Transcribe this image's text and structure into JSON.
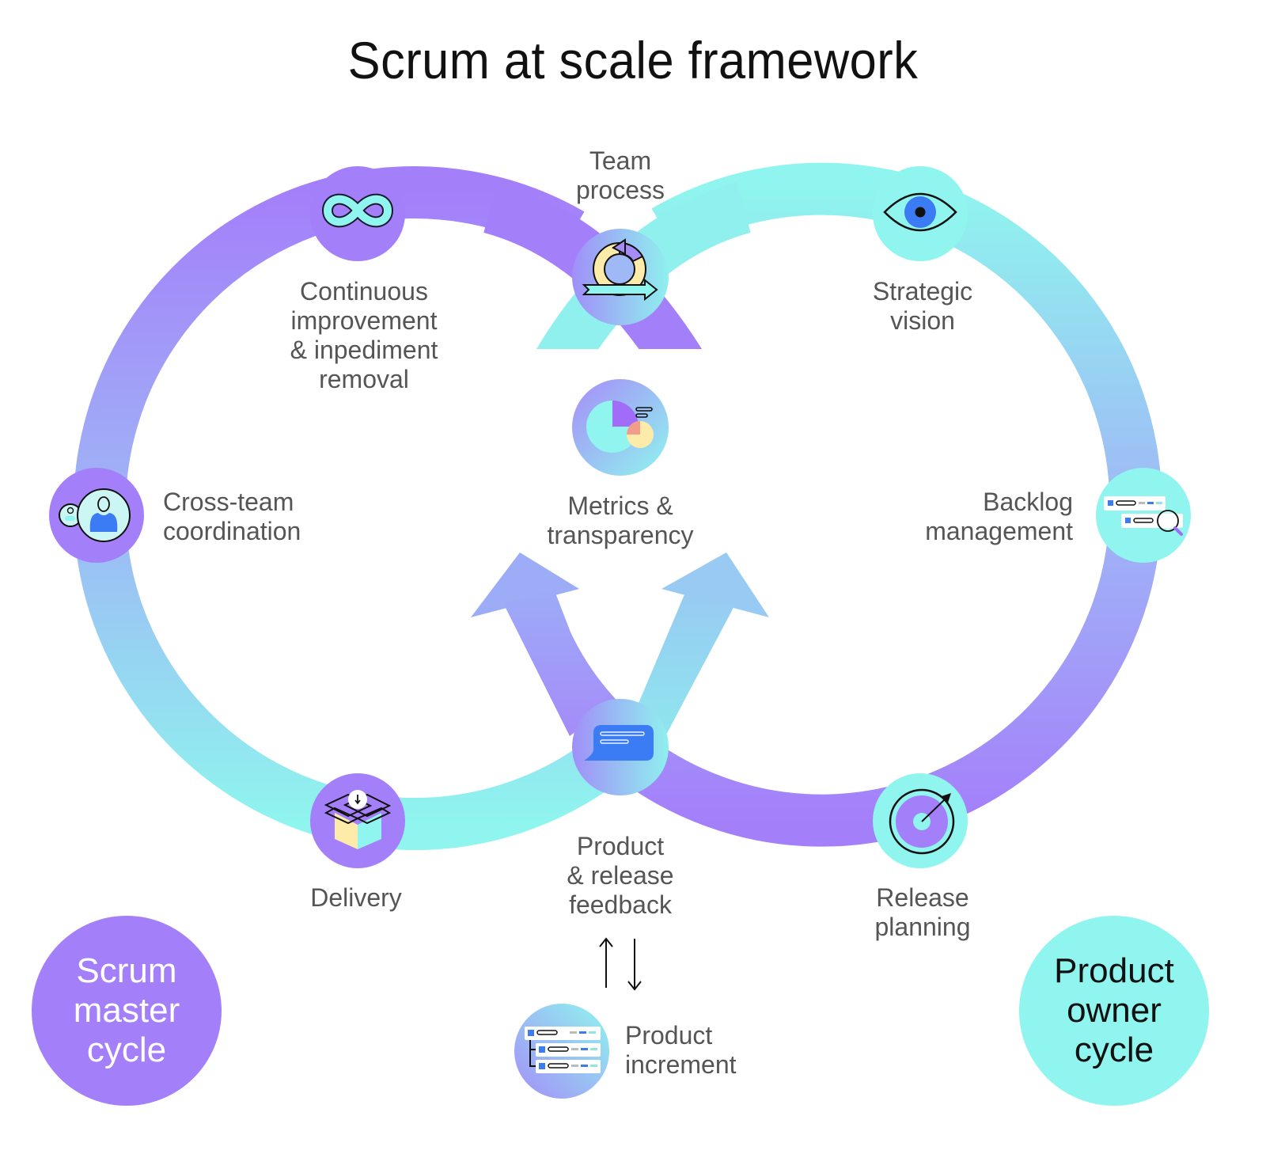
{
  "title": "Scrum at scale framework",
  "colors": {
    "purple": "#a47ffa",
    "cyan": "#8ff5ee",
    "blue": "#3b7cf5",
    "yellow": "#fdeba9",
    "text_gray": "#555555",
    "title_black": "#111111"
  },
  "nodes": {
    "team_process": {
      "label": "Team\nprocess",
      "icon": "scrum-cycle-arrow-icon"
    },
    "continuous_improvement": {
      "label": "Continuous\nimprovement\n& inpediment\nremoval",
      "icon": "infinity-icon"
    },
    "strategic_vision": {
      "label": "Strategic\nvision",
      "icon": "eye-icon"
    },
    "cross_team": {
      "label": "Cross-team\ncoordination",
      "icon": "users-icon"
    },
    "metrics": {
      "label": "Metrics &\ntransparency",
      "icon": "pie-chart-icon"
    },
    "backlog": {
      "label": "Backlog\nmanagement",
      "icon": "backlog-search-icon"
    },
    "delivery": {
      "label": "Delivery",
      "icon": "open-box-icon"
    },
    "feedback": {
      "label": "Product\n& release\nfeedback",
      "icon": "chat-bubble-icon"
    },
    "release_planning": {
      "label": "Release\nplanning",
      "icon": "target-icon"
    },
    "product_increment": {
      "label": "Product\nincrement",
      "icon": "task-list-icon"
    }
  },
  "cycles": {
    "scrum_master": "Scrum\nmaster\ncycle",
    "product_owner": "Product\nowner\ncycle"
  }
}
